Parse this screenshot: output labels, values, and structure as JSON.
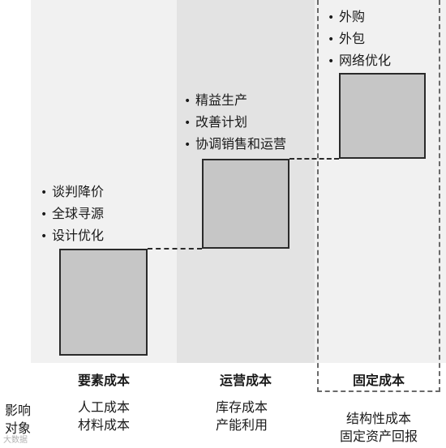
{
  "columns": [
    {
      "bullets": [
        "谈判降价",
        "全球寻源",
        "设计优化"
      ],
      "category": "要素成本",
      "impacts": [
        "人工成本",
        "材料成本"
      ]
    },
    {
      "bullets": [
        "精益生产",
        "改善计划",
        "协调销售和运营"
      ],
      "category": "运营成本",
      "impacts": [
        "库存成本",
        "产能利用"
      ]
    },
    {
      "bullets": [
        "外购",
        "外包",
        "网络优化"
      ],
      "category": "固定成本",
      "impacts": [
        "结构性成本",
        "固定资产回报"
      ]
    }
  ],
  "row_label": [
    "影响",
    "对象"
  ],
  "bullet_char": "•",
  "watermark": "大数据"
}
